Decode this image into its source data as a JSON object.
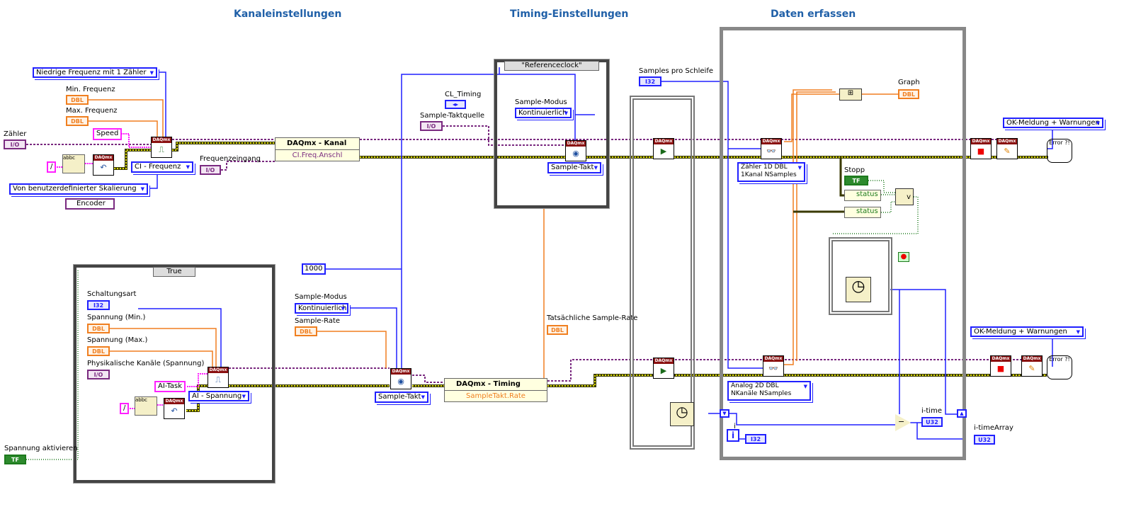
{
  "headers": {
    "channel": "Kanaleinstellungen",
    "timing": "Timing-Einstellungen",
    "acquire": "Daten erfassen"
  },
  "terminals": {
    "io": "I/O",
    "dbl": "DBL",
    "i32": "I32",
    "u32": "U32",
    "tf": "TF",
    "daqmx": "DAQmx"
  },
  "channel": {
    "freq_mode": "Niedrige Frequenz mit 1 Zähler",
    "min_freq_label": "Min. Frequenz",
    "max_freq_label": "Max. Frequenz",
    "counter_label": "Zähler",
    "speed": "Speed",
    "slash": "/",
    "ci_freq": "CI - Frequenz",
    "scaling": "Von benutzerdefinierter Skalierung",
    "encoder": "Encoder",
    "freq_input_label": "Frequenzeingang",
    "prop_node_title": "DAQmx - Kanal",
    "prop_node_item": "CI.Freq.Anschl"
  },
  "timing": {
    "case_selector": "\"Referenceclock\"",
    "cl_timing_label": "CL_Timing",
    "clock_source_label": "Sample-Taktquelle",
    "mode_label": "Sample-Modus",
    "mode_value": "Kontinuierlich",
    "sample_clock": "Sample-Takt",
    "samples_const": "1000",
    "mode2_label": "Sample-Modus",
    "mode2_value": "Kontinuierlich",
    "rate_label": "Sample-Rate",
    "sample_clock2": "Sample-Takt",
    "prop_node_title": "DAQmx - Timing",
    "prop_node_item": "SampleTakt.Rate",
    "actual_rate_label": "Tatsächliche Sample-Rate"
  },
  "voltage": {
    "case_selector": "True",
    "circuit_label": "Schaltungsart",
    "vmin_label": "Spannung (Min.)",
    "vmax_label": "Spannung (Max.)",
    "phys_label": "Physikalische Kanäle (Spannung)",
    "task": "AI-Task",
    "ai_voltage": "AI - Spannung",
    "slash": "/",
    "enable_label": "Spannung aktivieren"
  },
  "acquire": {
    "samples_label": "Samples pro Schleife",
    "read1": "Zähler  1D DBL\n1Kanal NSamples",
    "read1_l1": "Zähler  1D DBL",
    "read1_l2": "1Kanal NSamples",
    "read2_l1": "Analog 2D DBL",
    "read2_l2": "NKanäle NSamples",
    "graph_label": "Graph",
    "stop_label": "Stopp",
    "status1": "status",
    "status2": "status",
    "or": "v",
    "i_label": "i",
    "i_terminal": "i",
    "itime_label": "i-time",
    "itime_array_label": "i-timeArray",
    "subtract": "−"
  },
  "errors": {
    "mode1": "OK-Meldung + Warnungen",
    "mode2": "OK-Meldung + Warnungen",
    "error_icon": "Error ?!"
  },
  "colors": {
    "header": "#2060a8",
    "task_wire": "#7a2a80",
    "error_wire": "#c8c800",
    "numeric_wire": "#2020ff",
    "dbl_wire": "#f07f20",
    "bool_wire": "#1d7a1d",
    "string_wire": "#ff20ff"
  }
}
